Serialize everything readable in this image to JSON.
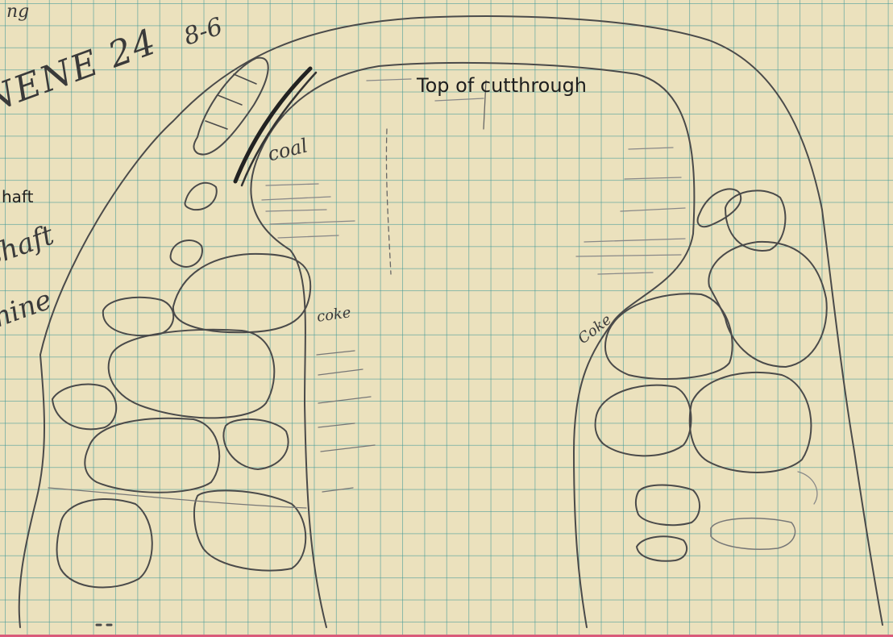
{
  "notes": {
    "top_right_fragment": "ng",
    "date": "8-6",
    "location": "NENE 24",
    "left_shaft": "haft",
    "left_shaft2": "shaft",
    "left_mine": "mine",
    "coal_label": "coal",
    "title": "Top of cutthrough",
    "coke_left": "coke",
    "coke_right": "Coke"
  },
  "colors": {
    "paper": "#ebe1bd",
    "grid": "#3c9696",
    "pencil": "#4a4a4a",
    "margin_line": "#d95a7a"
  }
}
